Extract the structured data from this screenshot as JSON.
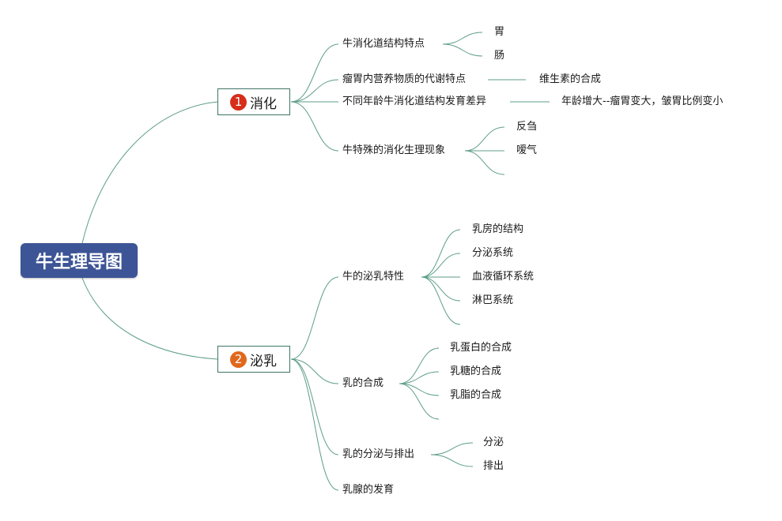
{
  "root": {
    "label": "牛生理导图"
  },
  "branches": [
    {
      "number": "1",
      "label": "消化",
      "badge_color": "#d62e1a",
      "topics": [
        {
          "label": "牛消化道结构特点",
          "subtopics": [
            "胃",
            "肠"
          ]
        },
        {
          "label": "瘤胃内营养物质的代谢特点",
          "subtopics": [
            "维生素的合成"
          ]
        },
        {
          "label": "不同年龄牛消化道结构发育差异",
          "subtopics": [
            "年龄增大--瘤胃变大，皱胃比例变小"
          ]
        },
        {
          "label": "牛特殊的消化生理现象",
          "subtopics": [
            "反刍",
            "嗳气"
          ]
        }
      ]
    },
    {
      "number": "2",
      "label": "泌乳",
      "badge_color": "#e0681d",
      "topics": [
        {
          "label": "牛的泌乳特性",
          "subtopics": [
            "乳房的结构",
            "分泌系统",
            "血液循环系统",
            "淋巴系统"
          ]
        },
        {
          "label": "乳的合成",
          "subtopics": [
            "乳蛋白的合成",
            "乳糖的合成",
            "乳脂的合成"
          ]
        },
        {
          "label": "乳的分泌与排出",
          "subtopics": [
            "分泌",
            "排出"
          ]
        },
        {
          "label": "乳腺的发育",
          "subtopics": []
        }
      ]
    }
  ],
  "colors": {
    "root_background": "#3d5596",
    "connector": "#5e9e86",
    "branch_border": "#3e7466"
  }
}
